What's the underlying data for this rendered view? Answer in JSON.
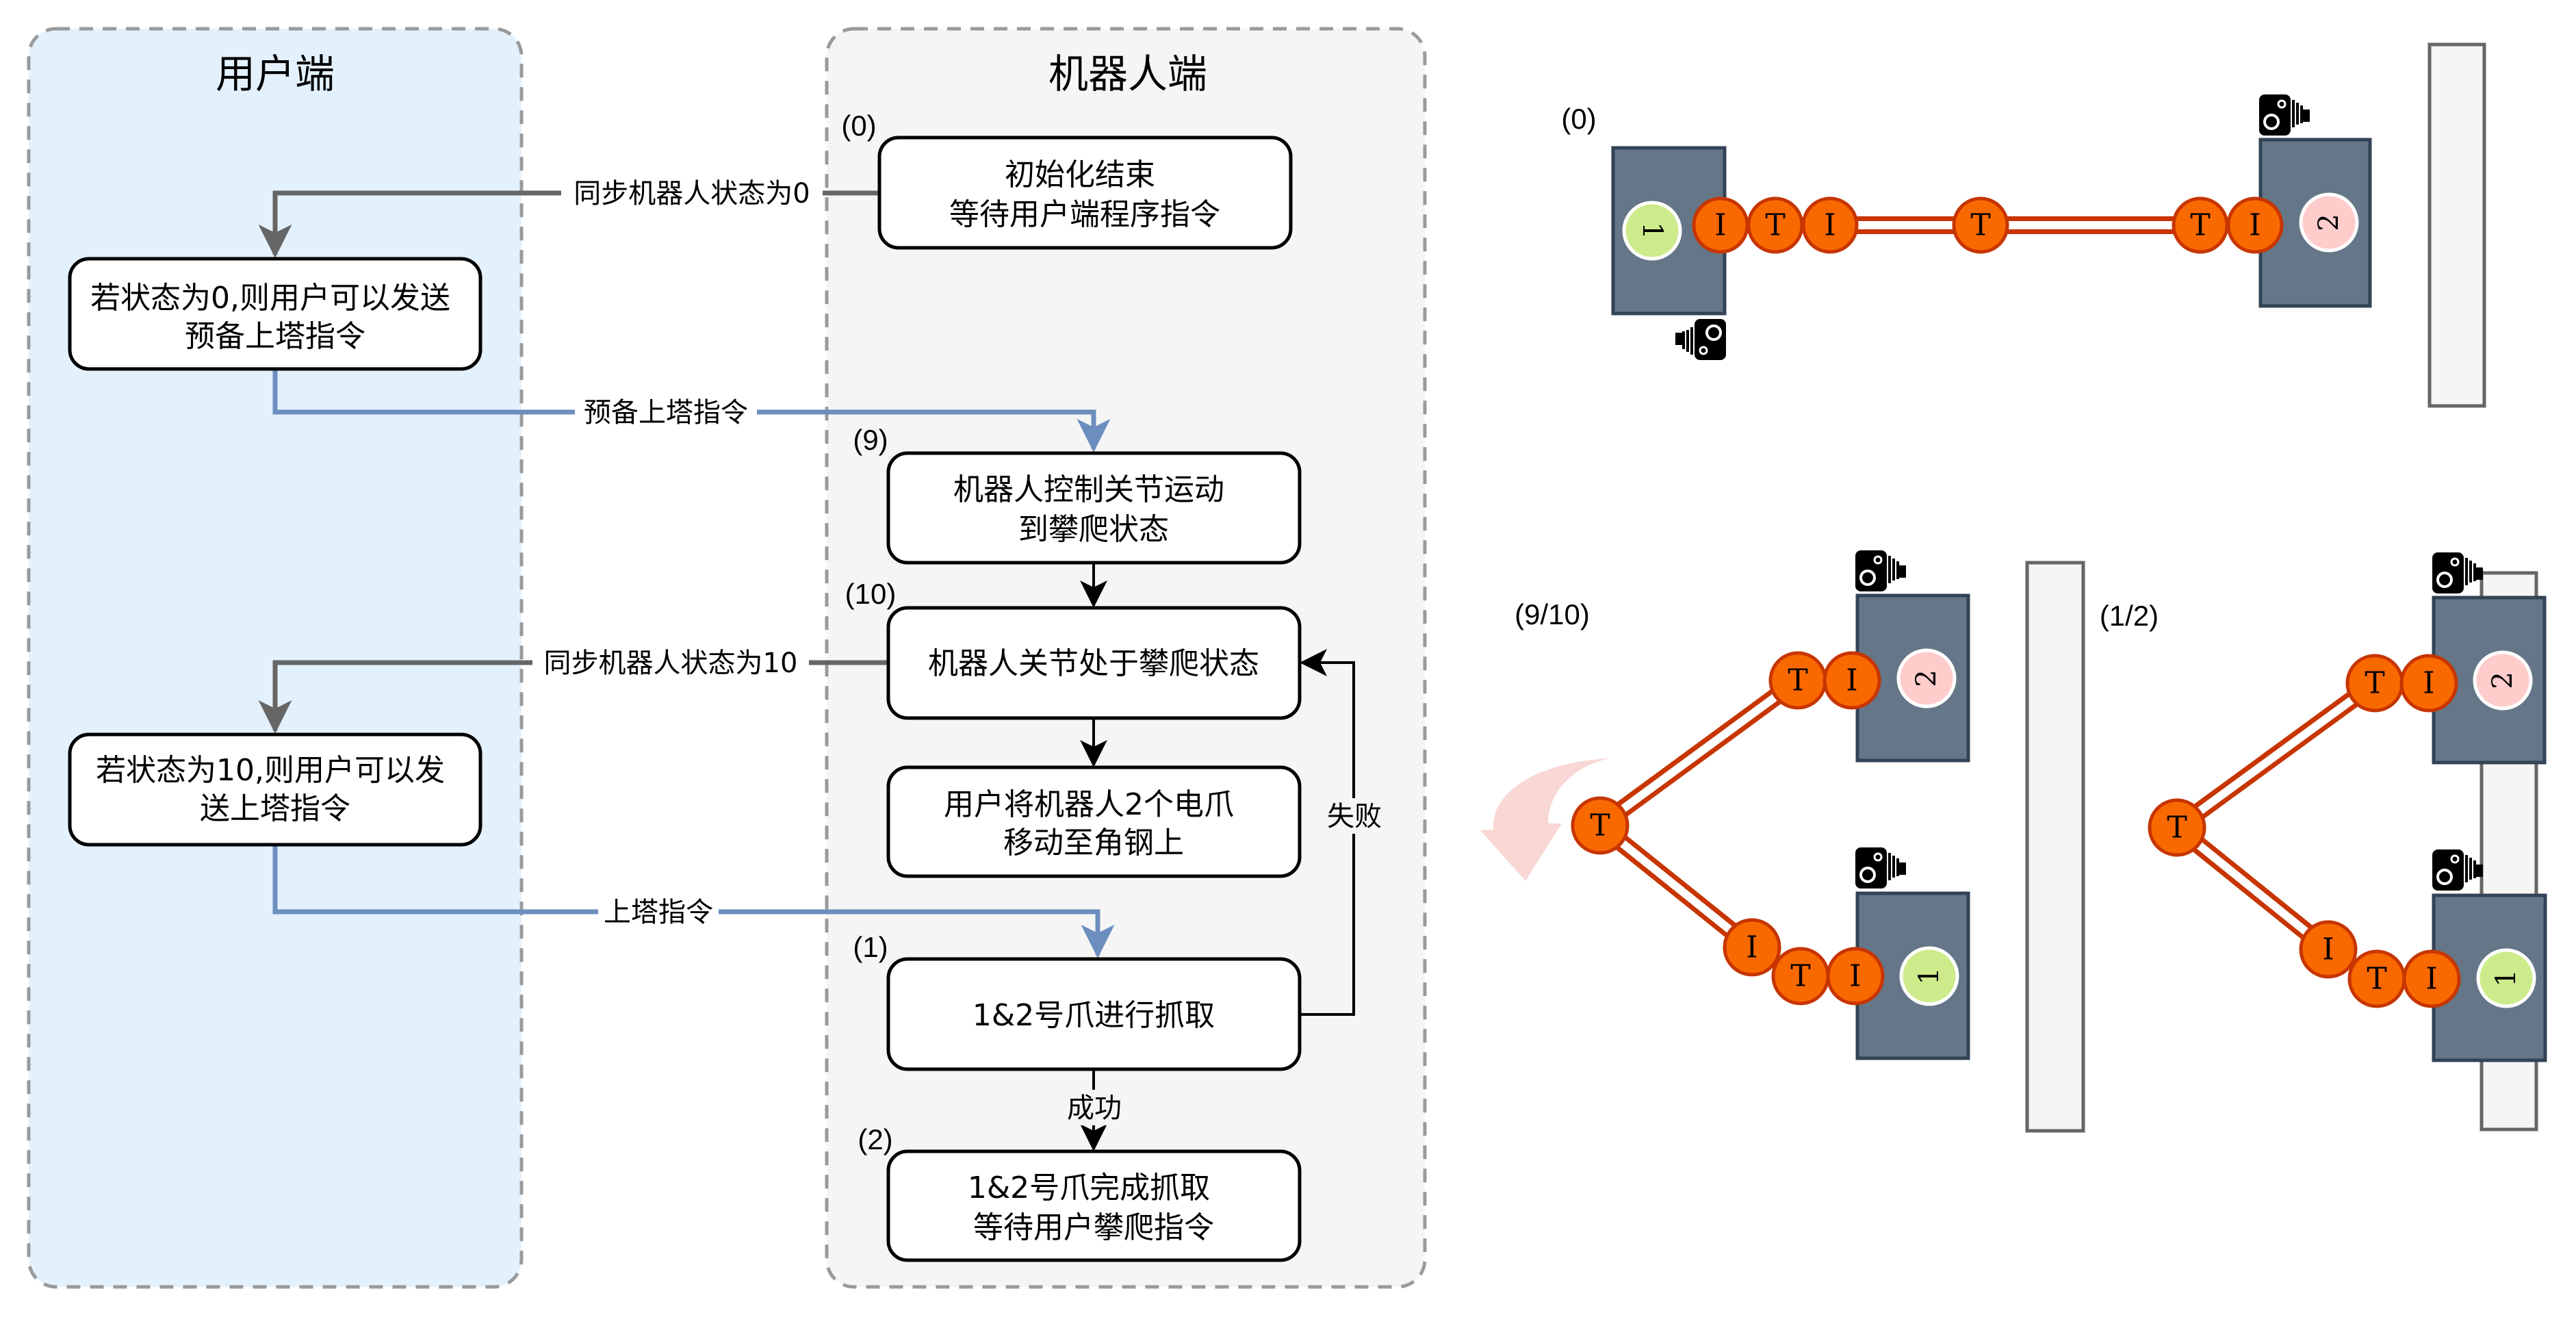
{
  "colors": {
    "user_lane_fill": "#E3F1FD",
    "robot_lane_fill": "#F5F5F5",
    "sync_line": "#666666",
    "command_line": "#6C8EBF",
    "joint_fill": "#FA6800",
    "joint_stroke": "#C73500",
    "robot_block_fill": "#647687",
    "gripper_1_fill": "#CDEB8B",
    "gripper_2_fill": "#FFCCCC",
    "wall_fill": "#F5F5F5",
    "rotate_arrow": "#F8D7D4"
  },
  "flowchart": {
    "user_lane": {
      "title": "用户端",
      "nodes": [
        {
          "lines": [
            "若状态为0,则用户可以发送",
            "预备上塔指令"
          ]
        },
        {
          "lines": [
            "若状态为10,则用户可以发",
            "送上塔指令"
          ]
        }
      ]
    },
    "robot_lane": {
      "title": "机器人端",
      "nodes": [
        {
          "step": "(0)",
          "lines": [
            "初始化结束",
            "等待用户端程序指令"
          ]
        },
        {
          "step": "(9)",
          "lines": [
            "机器人控制关节运动",
            "到攀爬状态"
          ]
        },
        {
          "step": "(10)",
          "lines": [
            "机器人关节处于攀爬状态"
          ]
        },
        {
          "step": "",
          "lines": [
            "用户将机器人2个电爪",
            "移动至角钢上"
          ]
        },
        {
          "step": "(1)",
          "lines": [
            "1&2号爪进行抓取"
          ]
        },
        {
          "step": "(2)",
          "lines": [
            "1&2号爪完成抓取",
            "等待用户攀爬指令"
          ]
        }
      ]
    },
    "edges": {
      "sync_0": "同步机器人状态为0",
      "prepare_cmd": "预备上塔指令",
      "sync_10": "同步机器人状态为10",
      "climb_cmd": "上塔指令",
      "fail": "失败",
      "success": "成功"
    }
  },
  "illustrations": [
    {
      "label": "(0)",
      "joints": [
        "I",
        "T",
        "I",
        "T",
        "T",
        "I"
      ],
      "grippers": [
        "1",
        "2"
      ]
    },
    {
      "label": "(9/10)",
      "joints_top": [
        "T",
        "I"
      ],
      "joint_middle": "T",
      "joints_bottom": [
        "I",
        "T",
        "I"
      ],
      "grippers": [
        "2",
        "1"
      ]
    },
    {
      "label": "(1/2)",
      "joints_top": [
        "T",
        "I"
      ],
      "joint_middle": "T",
      "joints_bottom": [
        "I",
        "T",
        "I"
      ],
      "grippers": [
        "2",
        "1"
      ]
    }
  ],
  "icons": {
    "camera": "camera-icon",
    "rotate_arrow": "curved-arrow-icon"
  }
}
